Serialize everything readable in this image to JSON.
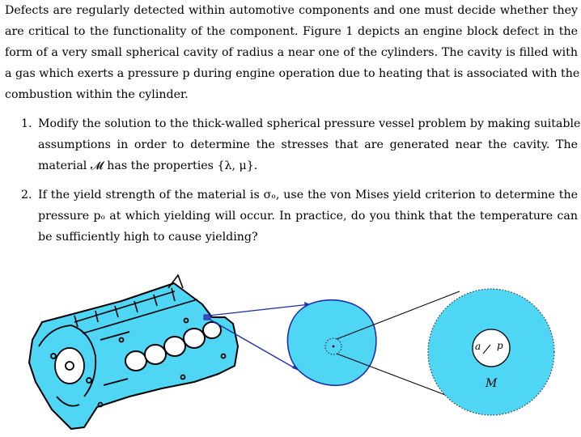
{
  "paragraph": {
    "lines": [
      "Defects are regularly detected within automotive components and one must decide whether they",
      "are critical to the functionality of the component. Figure 1 depicts an engine block defect in the",
      "form of a very small spherical cavity of radius a near one of the cylinders. The cavity is filled with",
      "a gas which exerts a pressure p during engine operation due to heating that is associated with the",
      "combustion within the cylinder."
    ]
  },
  "items": [
    {
      "number": "1.",
      "lines": [
        "Modify the solution to the thick-walled spherical pressure vessel problem by making suitable",
        "assumptions in order to determine the stresses that are generated near the cavity. The",
        "material 𝓜 has the properties {λ, μ}."
      ]
    },
    {
      "number": "2.",
      "lines": [
        "If the yield strength of the material is σₒ, use the von Mises yield criterion to determine the",
        "pressure pₒ at which yielding will occur. In practice, do you think that the temperature can",
        "be sufficiently high to cause yielding?"
      ]
    }
  ],
  "figure": {
    "cavity_label_a": "a",
    "cavity_label_p": "p",
    "material_label": "M",
    "colors": {
      "fill": "#4fd6f5",
      "outline": "#000000",
      "pointer": "#1d2fa8",
      "dotted": "#333333"
    }
  }
}
